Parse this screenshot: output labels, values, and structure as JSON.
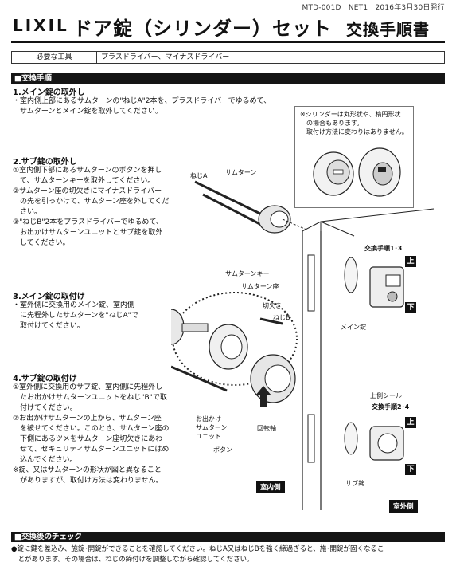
{
  "header": {
    "doc_info": "MTD-001D　NET1　2016年3月30日発行",
    "logo": "LIXIL",
    "title": "ドア錠（シリンダー）セット",
    "subtitle": "交換手順書"
  },
  "tools": {
    "label": "必要な工具",
    "value": "プラスドライバー、マイナスドライバー"
  },
  "section_procedure": "■交換手順",
  "steps": [
    {
      "heading": "1.メイン錠の取外し",
      "lines": [
        "・室内側上部にあるサムターンの\"ねじA\"2本を、プラスドライバーでゆるめて、",
        "　サムターンとメイン錠を取外してください。"
      ]
    },
    {
      "heading": "2.サブ錠の取外し",
      "lines": [
        "①室内側下部にあるサムターンのボタンを押し",
        "　て、サムターンキーを取外してください。",
        "②サムターン座の切欠きにマイナスドライバー",
        "　の先を引っかけて、サムターン座を外してくだ",
        "　さい。",
        "③\"ねじB\"2本をプラスドライバーでゆるめて、",
        "　お出かけサムターンユニットとサブ錠を取外",
        "　してください。"
      ]
    },
    {
      "heading": "3.メイン錠の取付け",
      "lines": [
        "・室外側に交換用のメイン錠、室内側",
        "　に先程外したサムターンを\"ねじA\"で",
        "　取付けてください。"
      ]
    },
    {
      "heading": "4.サブ錠の取付け",
      "lines": [
        "①室外側に交換用のサブ錠、室内側に先程外し",
        "　たお出かけサムターンユニットをねじ\"B\"で取",
        "　付けてください。",
        "②お出かけサムターンの上から、サムターン座",
        "　を被せてください。このとき、サムターン座の",
        "　下側にあるツメをサムターン座切欠きにあわ",
        "　せて、セキュリティサムターンユニットにはめ",
        "　込んでください。",
        "※錠、又はサムターンの形状が図と異なること",
        "　がありますが、取付け方法は変わりません。"
      ]
    }
  ],
  "note": {
    "lines": [
      "※シリンダーは丸形状や、楕円形状",
      "　の場合もあります。",
      "　取付け方法に変わりはありません。"
    ]
  },
  "diagram": {
    "screw_a": "ねじA",
    "thumbturn": "サムターン",
    "thumbturn_key": "サムターンキー",
    "thumbturn_seat": "サムターン座",
    "notch": "切欠き",
    "screw_b": "ねじB",
    "outing_unit": [
      "お出かけ",
      "サムターン",
      "ユニット"
    ],
    "button": "ボタン",
    "rotation_axis": "回転軸",
    "upper_seal": "上側シール",
    "main_lock": "メイン錠",
    "sub_lock": "サブ錠",
    "procedure_13": "交換手順1･3",
    "procedure_24": "交換手順2･4",
    "upper": "上",
    "lower": "下",
    "indoor": "室内側",
    "outdoor": "室外側"
  },
  "check": {
    "bar": "■交換後のチェック",
    "lines": [
      "●錠に鍵を差込み、施錠･開錠ができることを確認してください。ねじA又はねじBを強く締過ぎると、施･開錠が固くなるこ",
      "　とがあります。その場合は、ねじの締付けを調整しながら確認してください。"
    ]
  }
}
